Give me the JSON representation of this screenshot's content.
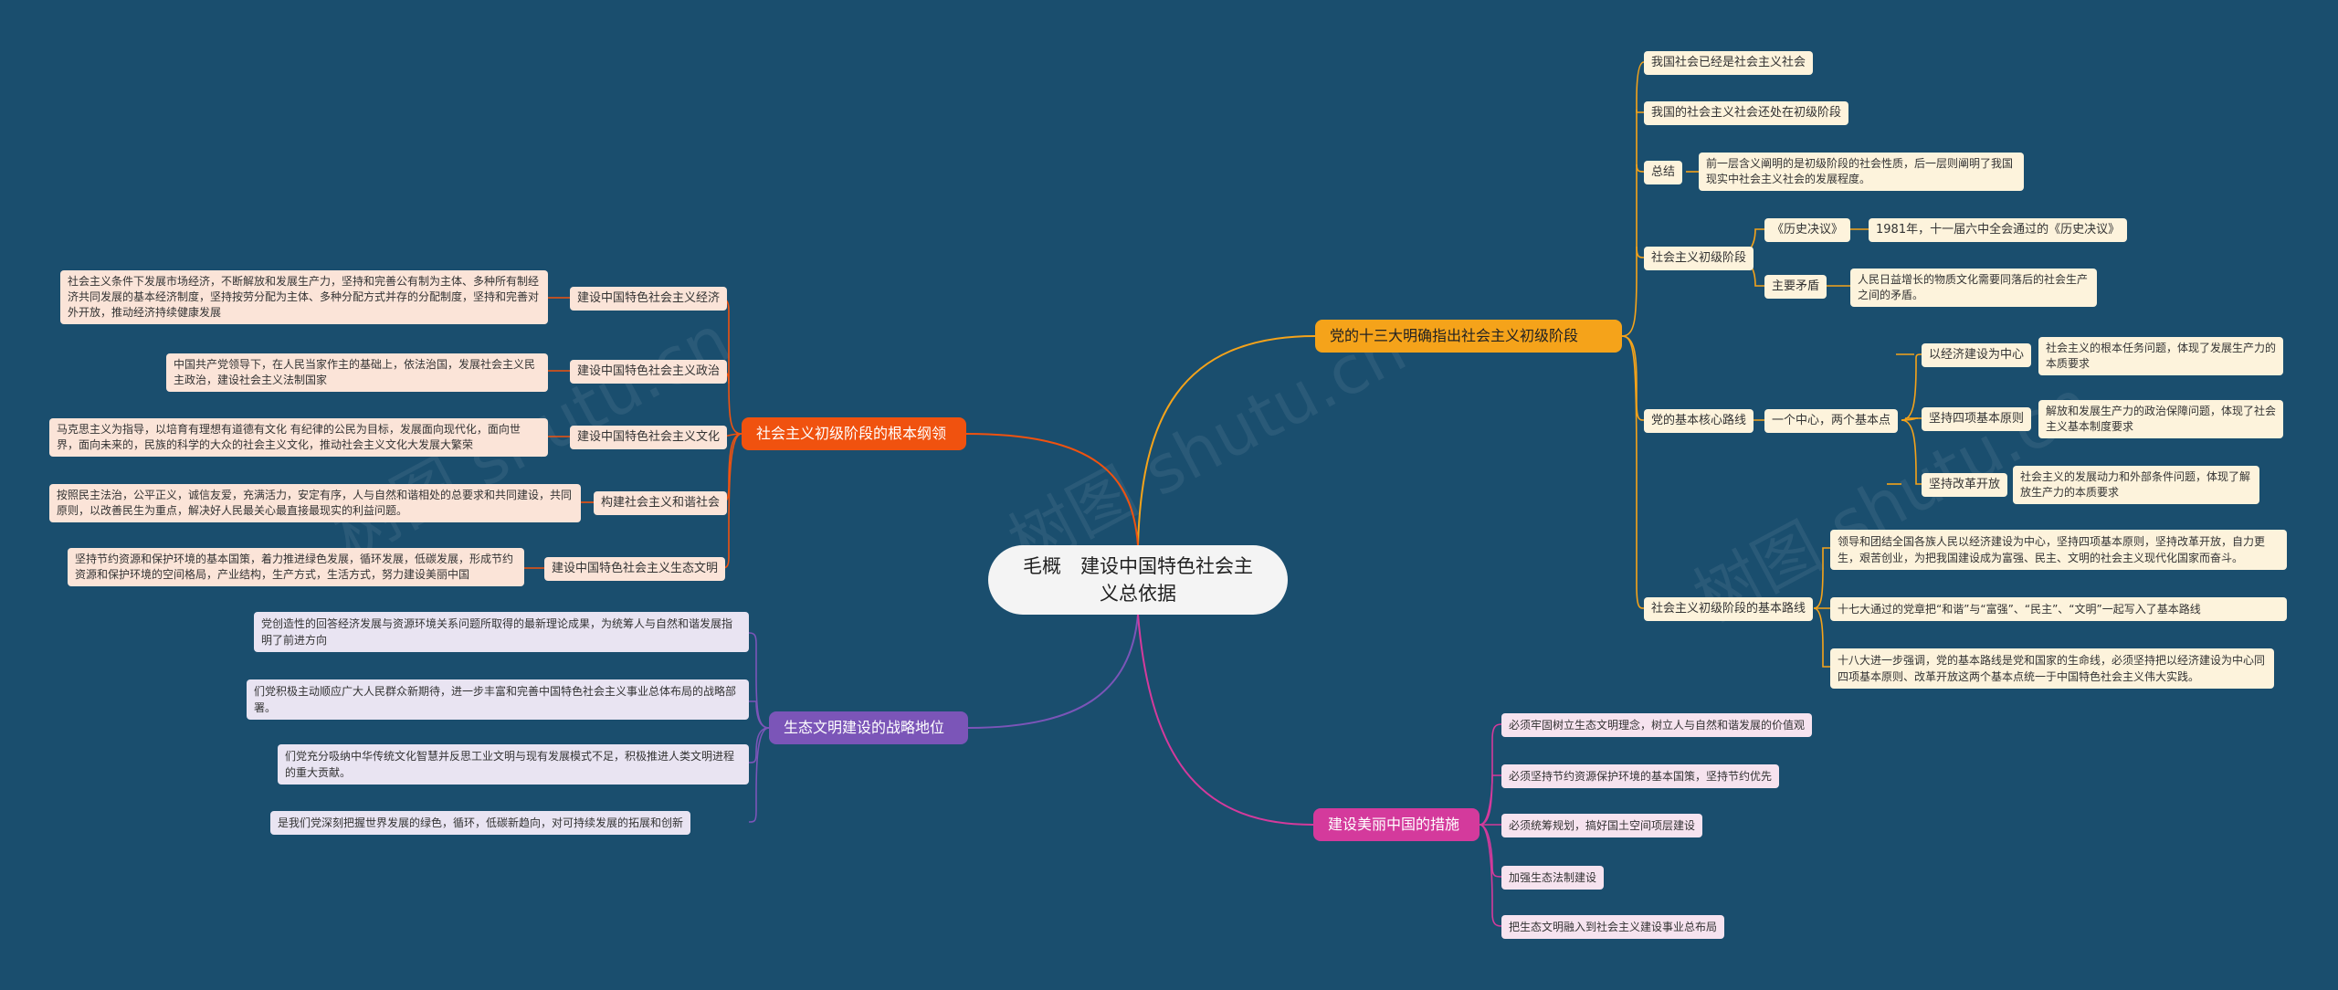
{
  "center": {
    "title": "毛概　建设中国特色社会主义总依据"
  },
  "colors": {
    "background": "#1a4e6e",
    "yellow": "#f5a31a",
    "orange": "#f0520f",
    "purple": "#7b55b8",
    "magenta": "#d43a9c"
  },
  "branches": {
    "yellow": {
      "label": "党的十三大明确指出社会主义初级阶段",
      "items": {
        "a": "我国社会已经是社会主义社会",
        "b": "我国的社会主义社会还处在初级阶段",
        "summary": {
          "label": "总结",
          "text": "前一层含义阐明的是初级阶段的社会性质，后一层则阐明了我国现实中社会主义社会的发展程度。"
        },
        "stage": {
          "label": "社会主义初级阶段",
          "history": {
            "label": "《历史决议》",
            "text": "1981年，十一届六中全会通过的《历史决议》"
          },
          "contradiction": {
            "label": "主要矛盾",
            "text": "人民日益增长的物质文化需要同落后的社会生产之间的矛盾。"
          }
        },
        "line": {
          "label": "党的基本核心路线",
          "mid": "一个中心，两个基本点",
          "subs": [
            {
              "label": "以经济建设为中心",
              "text": "社会主义的根本任务问题，体现了发展生产力的本质要求"
            },
            {
              "label": "坚持四项基本原则",
              "text": "解放和发展生产力的政治保障问题，体现了社会主义基本制度要求"
            },
            {
              "label": "坚持改革开放",
              "text": "社会主义的发展动力和外部条件问题，体现了解放生产力的本质要求"
            }
          ]
        },
        "basic": {
          "label": "社会主义初级阶段的基本路线",
          "texts": [
            "领导和团结全国各族人民以经济建设为中心，坚持四项基本原则，坚持改革开放，自力更生，艰苦创业，为把我国建设成为富强、民主、文明的社会主义现代化国家而奋斗。",
            "十七大通过的党章把“和谐”与“富强”、“民主”、“文明”一起写入了基本路线",
            "十八大进一步强调，党的基本路线是党和国家的生命线，必须坚持把以经济建设为中心同四项基本原则、改革开放这两个基本点统一于中国特色社会主义伟大实践。"
          ]
        }
      }
    },
    "orange": {
      "label": "社会主义初级阶段的根本纲领",
      "items": [
        {
          "label": "建设中国特色社会主义经济",
          "text": "社会主义条件下发展市场经济，不断解放和发展生产力，坚持和完善公有制为主体、多种所有制经济共同发展的基本经济制度，坚持按劳分配为主体、多种分配方式并存的分配制度，坚持和完善对外开放，推动经济持续健康发展"
        },
        {
          "label": "建设中国特色社会主义政治",
          "text": "中国共产党领导下，在人民当家作主的基础上，依法治国，发展社会主义民主政治，建设社会主义法制国家"
        },
        {
          "label": "建设中国特色社会主义文化",
          "text": "马克思主义为指导，以培育有理想有道德有文化 有纪律的公民为目标，发展面向现代化，面向世界，面向未来的，民族的科学的大众的社会主义文化，推动社会主义文化大发展大繁荣"
        },
        {
          "label": "构建社会主义和谐社会",
          "text": "按照民主法治，公平正义，诚信友爱，充满活力，安定有序，人与自然和谐相处的总要求和共同建设，共同原则，以改善民生为重点，解决好人民最关心最直接最现实的利益问题。"
        },
        {
          "label": "建设中国特色社会主义生态文明",
          "text": "坚持节约资源和保护环境的基本国策，着力推进绿色发展，循环发展，低碳发展，形成节约资源和保护环境的空间格局，产业结构，生产方式，生活方式，努力建设美丽中国"
        }
      ]
    },
    "purple": {
      "label": "生态文明建设的战略地位",
      "items": [
        "党创造性的回答经济发展与资源环境关系问题所取得的最新理论成果，为统筹人与自然和谐发展指明了前进方向",
        "们党积极主动顺应广大人民群众新期待，进一步丰富和完善中国特色社会主义事业总体布局的战略部署。",
        "们党充分吸纳中华传统文化智慧并反思工业文明与现有发展模式不足，积极推进人类文明进程的重大贡献。",
        "是我们党深刻把握世界发展的绿色，循环，低碳新趋向，对可持续发展的拓展和创新"
      ]
    },
    "magenta": {
      "label": "建设美丽中国的措施",
      "items": [
        "必须牢固树立生态文明理念，树立人与自然和谐发展的价值观",
        "必须坚持节约资源保护环境的基本国策，坚持节约优先",
        "必须统筹规划，搞好国土空间项层建设",
        "加强生态法制建设",
        "把生态文明融入到社会主义建设事业总布局"
      ]
    }
  }
}
